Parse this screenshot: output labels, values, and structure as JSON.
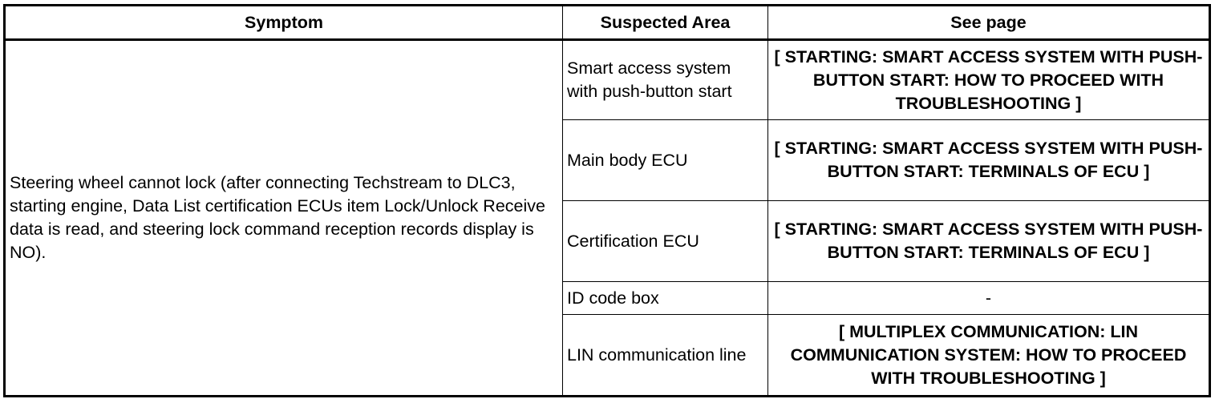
{
  "headers": {
    "symptom": "Symptom",
    "suspected_area": "Suspected Area",
    "see_page": "See page"
  },
  "symptom": "Steering wheel cannot lock (after connecting Techstream to DLC3, starting engine, Data List certification ECUs item Lock/Unlock Receive data is read, and steering lock command reception records display is NO).",
  "rows": [
    {
      "area": "Smart access system with push-button start",
      "see": "[ STARTING: SMART ACCESS SYSTEM WITH PUSH-BUTTON START: HOW TO PROCEED WITH TROUBLESHOOTING ]"
    },
    {
      "area": "Main body ECU",
      "see": "[ STARTING: SMART ACCESS SYSTEM WITH PUSH-BUTTON START: TERMINALS OF ECU ]"
    },
    {
      "area": "Certification ECU",
      "see": "[ STARTING: SMART ACCESS SYSTEM WITH PUSH-BUTTON START: TERMINALS OF ECU ]"
    },
    {
      "area": "ID code box",
      "see": "-"
    },
    {
      "area": "LIN communication line",
      "see": "[ MULTIPLEX COMMUNICATION: LIN COMMUNICATION SYSTEM: HOW TO PROCEED WITH TROUBLESHOOTING ]"
    }
  ]
}
